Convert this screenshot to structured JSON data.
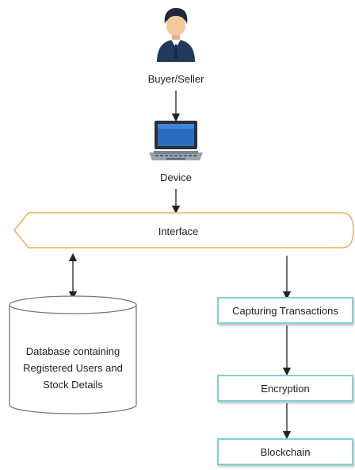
{
  "nodes": {
    "actor": {
      "label": "Buyer/Seller",
      "icon": "user-icon"
    },
    "device": {
      "label": "Device",
      "icon": "laptop-icon"
    },
    "interface": {
      "label": "Interface"
    },
    "database": {
      "lines": [
        "Database containing",
        "Registered Users and",
        "Stock Details"
      ],
      "icon": "database-cylinder"
    },
    "steps": [
      {
        "label": "Capturing Transactions"
      },
      {
        "label": "Encryption"
      },
      {
        "label": "Blockchain"
      }
    ]
  },
  "colors": {
    "interface_border": "#e8b25a",
    "step_border": "#7fd0d0",
    "arrow": "#222222",
    "icon_dark": "#1f3a5a",
    "skin": "#f3c89a"
  }
}
